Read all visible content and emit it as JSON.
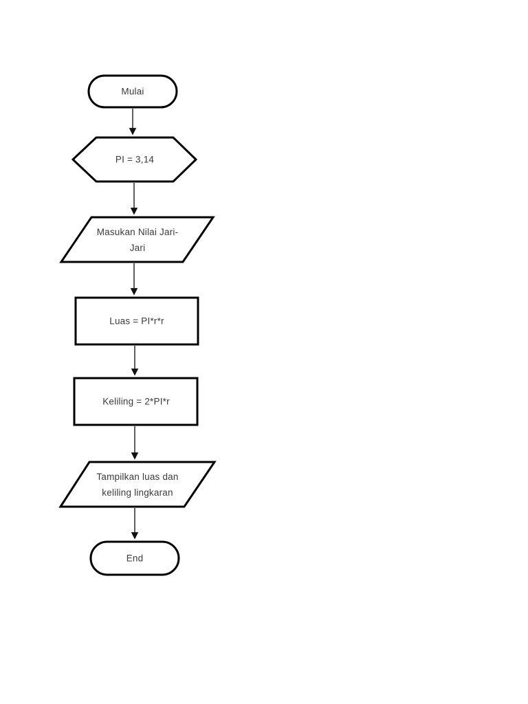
{
  "page": {
    "background_color": "#ffffff"
  },
  "diagram": {
    "type": "flowchart",
    "direction": "top-to-bottom",
    "stroke_color": "#000000",
    "text_color": "#3a3a3a",
    "fill_color": "#ffffff",
    "nodes": {
      "start": {
        "type": "terminator",
        "label": "Mulai"
      },
      "preparation": {
        "type": "preparation-hexagon",
        "label": "PI = 3,14"
      },
      "input": {
        "type": "input-parallelogram",
        "line1": "Masukan Nilai Jari-",
        "line2": "Jari"
      },
      "process_luas": {
        "type": "process-rectangle",
        "label": "Luas = PI*r*r"
      },
      "process_keliling": {
        "type": "process-rectangle",
        "label": "Keliling = 2*PI*r"
      },
      "output": {
        "type": "output-parallelogram",
        "line1": "Tampilkan luas dan",
        "line2": "keliling lingkaran"
      },
      "end": {
        "type": "terminator",
        "label": "End"
      }
    },
    "edges": [
      {
        "from": "start",
        "to": "preparation"
      },
      {
        "from": "preparation",
        "to": "input"
      },
      {
        "from": "input",
        "to": "process_luas"
      },
      {
        "from": "process_luas",
        "to": "process_keliling"
      },
      {
        "from": "process_keliling",
        "to": "output"
      },
      {
        "from": "output",
        "to": "end"
      }
    ]
  }
}
